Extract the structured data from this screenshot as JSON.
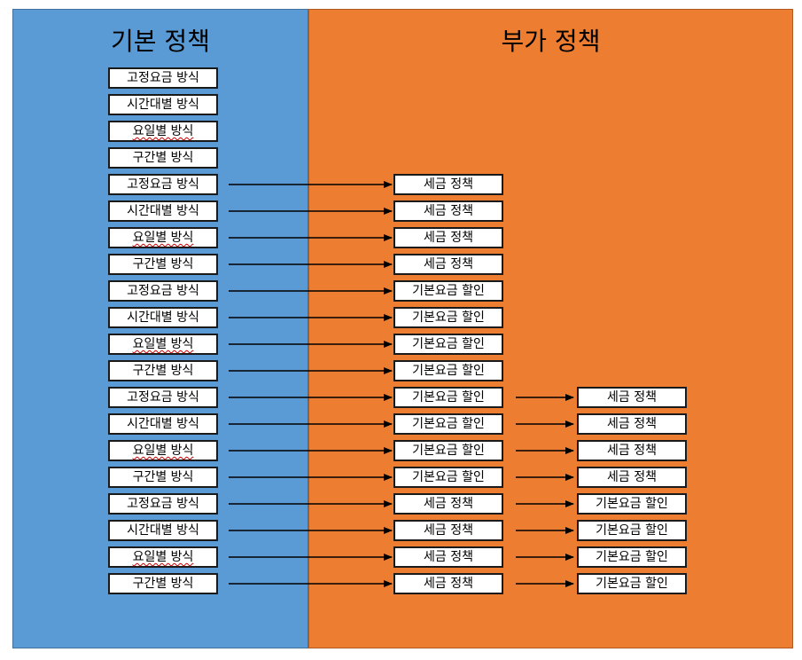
{
  "panels": {
    "basic_title": "기본 정책",
    "additional_title": "부가 정책"
  },
  "rows": [
    {
      "basic": "고정요금 방식",
      "add1": "",
      "add2": ""
    },
    {
      "basic": "시간대별 방식",
      "add1": "",
      "add2": ""
    },
    {
      "basic": "요일별 방식",
      "add1": "",
      "add2": ""
    },
    {
      "basic": "구간별 방식",
      "add1": "",
      "add2": ""
    },
    {
      "basic": "고정요금 방식",
      "add1": "세금 정책",
      "add2": ""
    },
    {
      "basic": "시간대별 방식",
      "add1": "세금 정책",
      "add2": ""
    },
    {
      "basic": "요일별 방식",
      "add1": "세금 정책",
      "add2": ""
    },
    {
      "basic": "구간별 방식",
      "add1": "세금 정책",
      "add2": ""
    },
    {
      "basic": "고정요금 방식",
      "add1": "기본요금 할인",
      "add2": ""
    },
    {
      "basic": "시간대별 방식",
      "add1": "기본요금 할인",
      "add2": ""
    },
    {
      "basic": "요일별 방식",
      "add1": "기본요금 할인",
      "add2": ""
    },
    {
      "basic": "구간별 방식",
      "add1": "기본요금 할인",
      "add2": ""
    },
    {
      "basic": "고정요금 방식",
      "add1": "기본요금 할인",
      "add2": "세금 정책"
    },
    {
      "basic": "시간대별 방식",
      "add1": "기본요금 할인",
      "add2": "세금 정책"
    },
    {
      "basic": "요일별 방식",
      "add1": "기본요금 할인",
      "add2": "세금 정책"
    },
    {
      "basic": "구간별 방식",
      "add1": "기본요금 할인",
      "add2": "세금 정책"
    },
    {
      "basic": "고정요금 방식",
      "add1": "세금 정책",
      "add2": "기본요금 할인"
    },
    {
      "basic": "시간대별 방식",
      "add1": "세금 정책",
      "add2": "기본요금 할인"
    },
    {
      "basic": "요일별 방식",
      "add1": "세금 정책",
      "add2": "기본요금 할인"
    },
    {
      "basic": "구간별 방식",
      "add1": "세금 정책",
      "add2": "기본요금 할인"
    }
  ],
  "colors": {
    "basic_panel": "#5b9bd5",
    "additional_panel": "#ed7d31",
    "box_fill": "#ffffff",
    "box_border": "#1a1a1a",
    "arrow": "#000000"
  }
}
